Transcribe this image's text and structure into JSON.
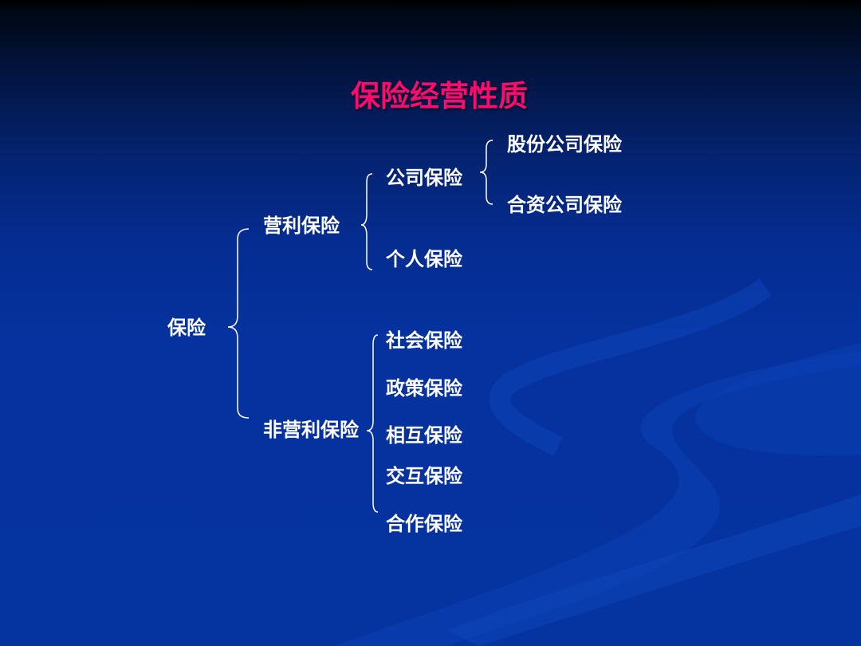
{
  "title": "保险经营性质",
  "root": "保险",
  "branches": {
    "commercial": {
      "label": "营利保险",
      "company": {
        "label": "公司保险",
        "children": [
          "股份公司保险",
          "合资公司保险"
        ]
      },
      "individual": "个人保险"
    },
    "noncommercial": {
      "label": "非营利保险",
      "children": [
        "社会保险",
        "政策保险",
        "相互保险",
        "交互保险",
        "合作保险"
      ]
    }
  },
  "colors": {
    "title": "#ff0a6e",
    "text": "#ffffff",
    "background": "#05339f"
  }
}
